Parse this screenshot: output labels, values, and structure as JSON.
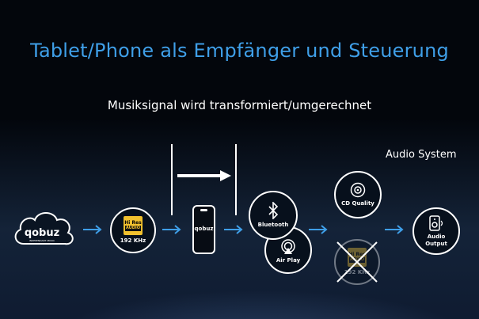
{
  "title": "Tablet/Phone als Empfänger und Steuerung",
  "subtitle": "Musiksignal wird transformiert/umgerechnet",
  "audio_system_label": "Audio System",
  "qobuz": {
    "logo_text": "qobuz",
    "tagline": "INDEPENDANT MUSIC"
  },
  "hires": {
    "badge_top": "Hi Res",
    "badge_bottom": "AUDIO",
    "rate": "192 KHz"
  },
  "phone": {
    "logo_text": "qobuz"
  },
  "bluetooth": {
    "label": "Bluetooth"
  },
  "airplay": {
    "label": "Air Play"
  },
  "cd_quality": {
    "label": "CD Quality"
  },
  "crossed_hires": {
    "rate": "192 KHz"
  },
  "audio_output": {
    "label_line1": "Audio",
    "label_line2": "Output"
  },
  "colors": {
    "title": "#3f9fe8",
    "arrow": "#3f9fe8",
    "hires_badge": "#f2c12e",
    "background": "#03060c"
  }
}
